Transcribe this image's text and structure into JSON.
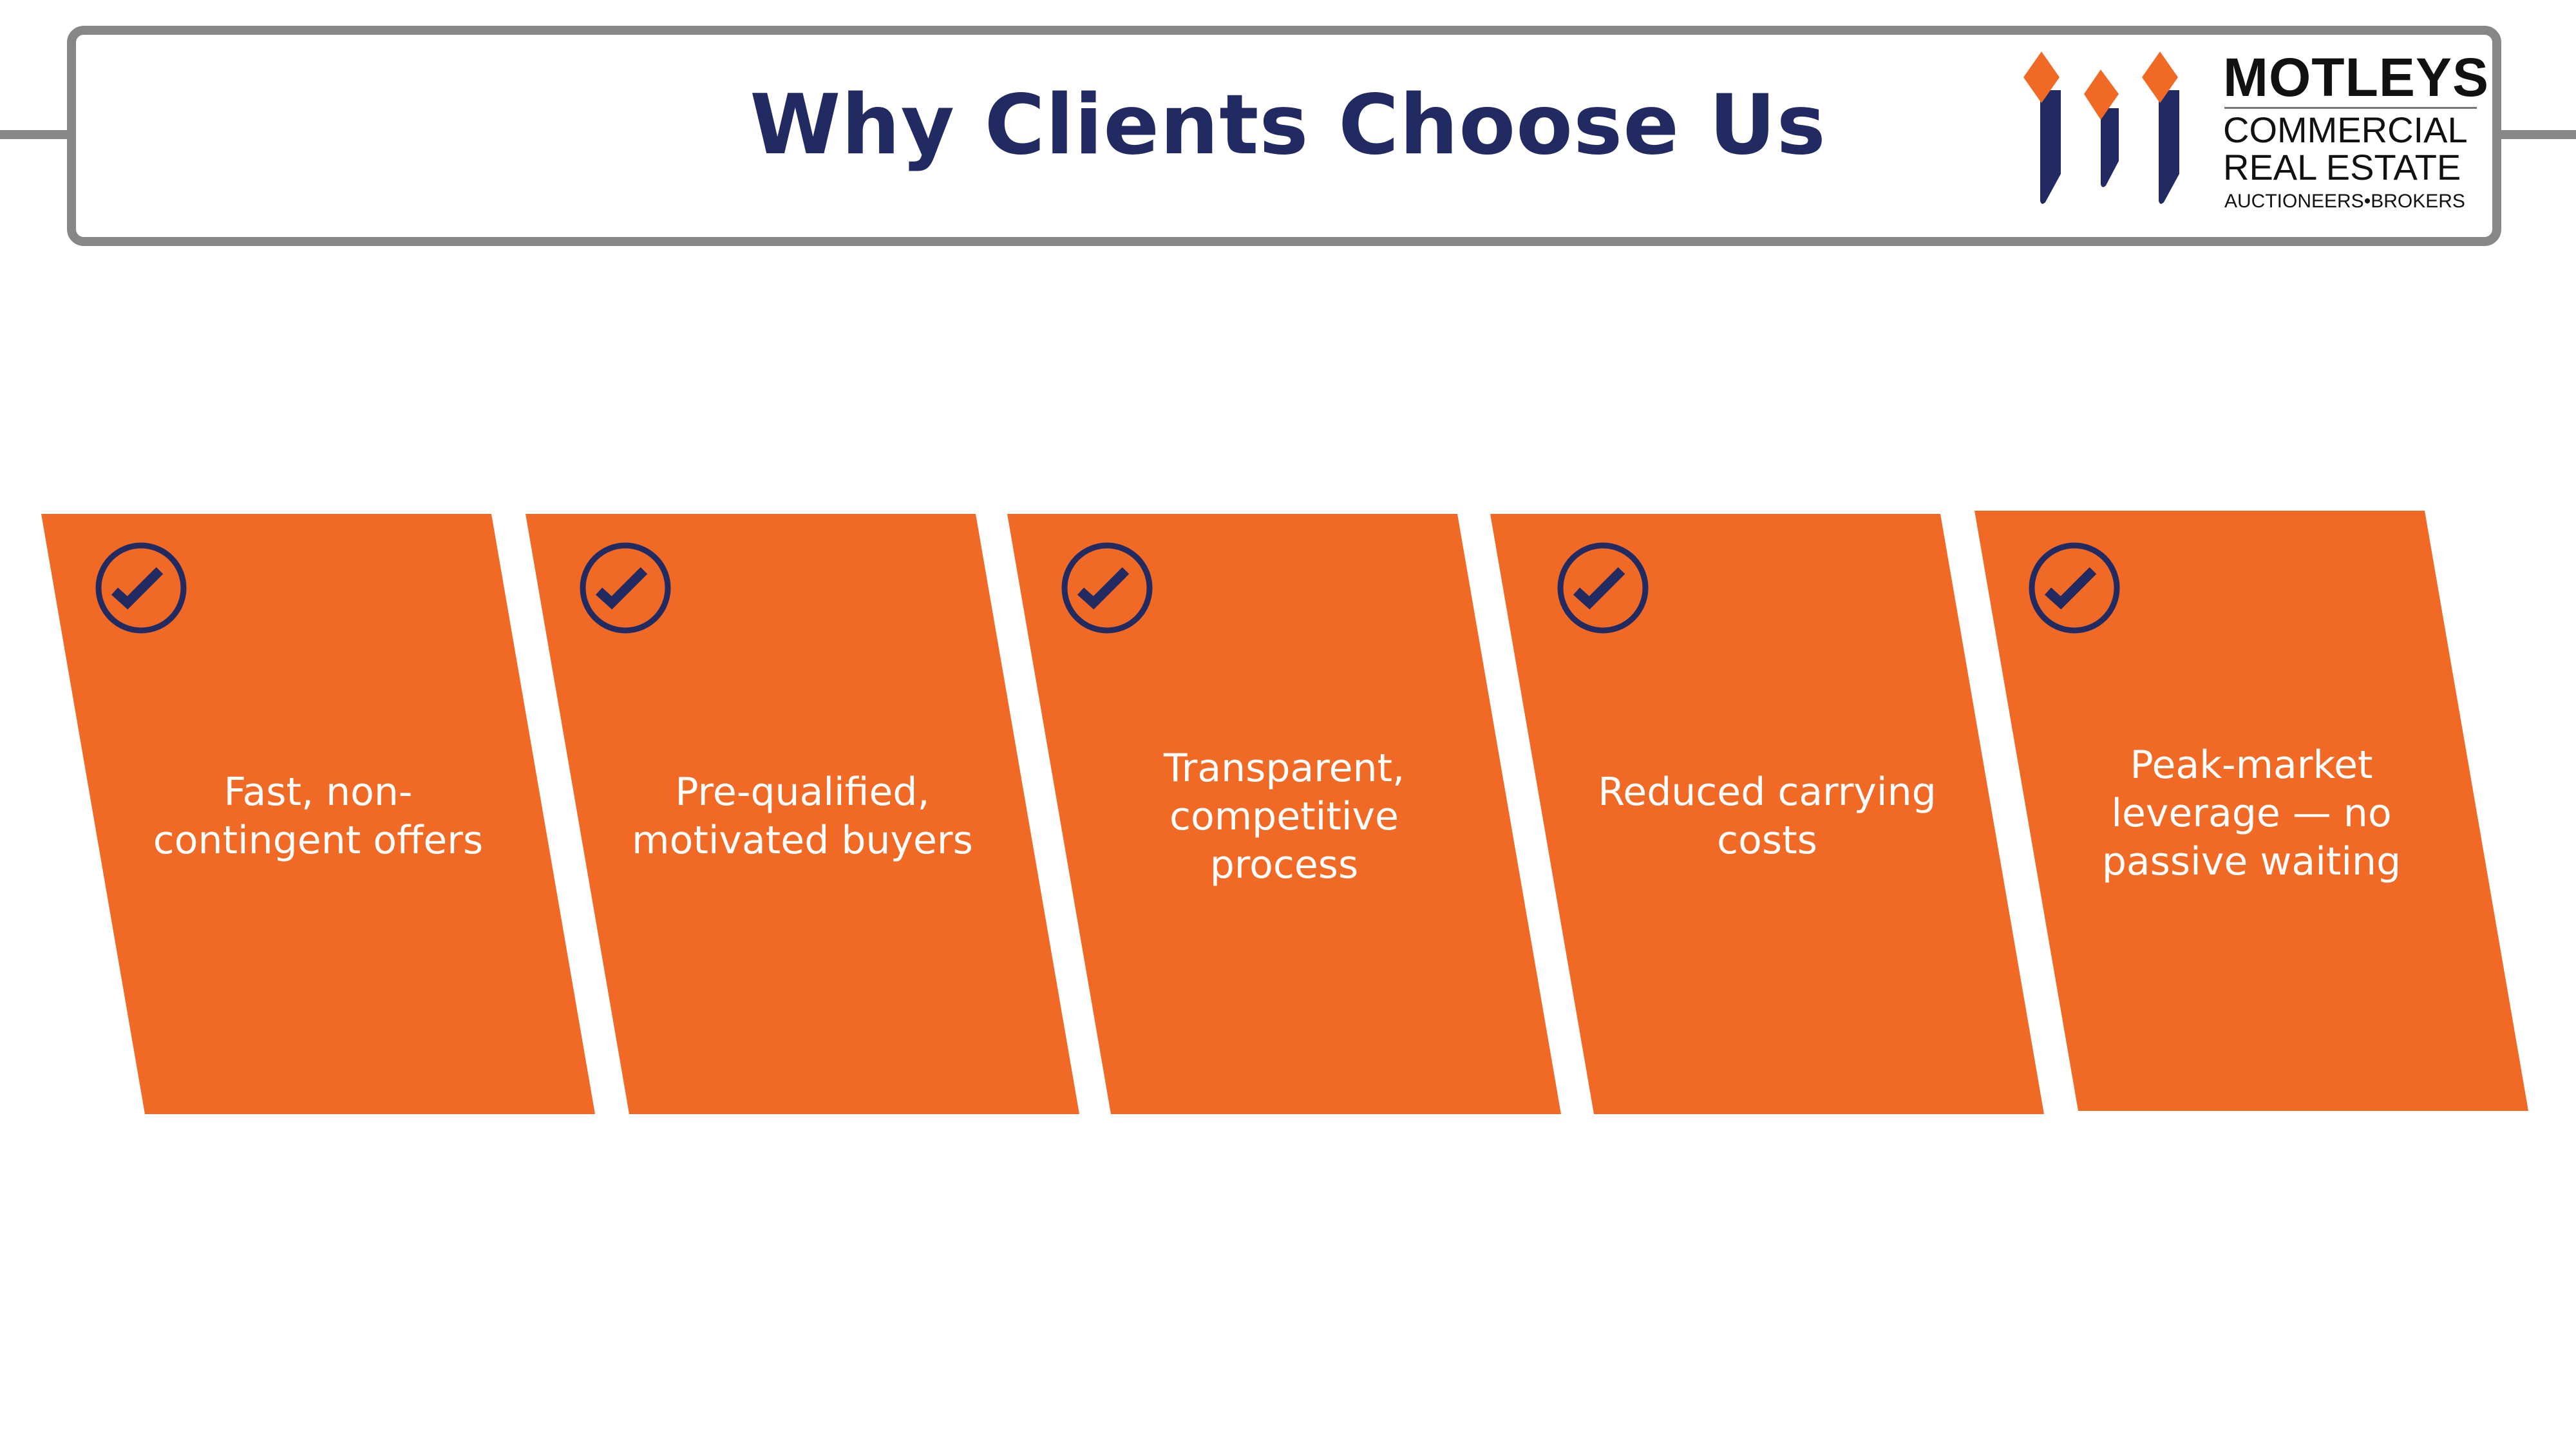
{
  "header": {
    "title": "Why Clients Choose Us",
    "logo": {
      "name": "MOTLEYS",
      "line1": "COMMERCIAL",
      "line2": "REAL ESTATE",
      "tagline": "AUCTIONEERS•BROKERS"
    }
  },
  "cards": [
    {
      "label": "Fast, non-contingent offers",
      "icon": "check-circle-icon"
    },
    {
      "label": "Pre-qualified, motivated buyers",
      "icon": "check-circle-icon"
    },
    {
      "label": "Transparent, competitive process",
      "icon": "check-circle-icon"
    },
    {
      "label": "Reduced carrying costs",
      "icon": "check-circle-icon"
    },
    {
      "label": "Peak-market leverage — no passive waiting",
      "icon": "check-circle-icon"
    }
  ],
  "colors": {
    "accent": "#f16a25",
    "navy": "#222a62",
    "frame": "#878787"
  }
}
